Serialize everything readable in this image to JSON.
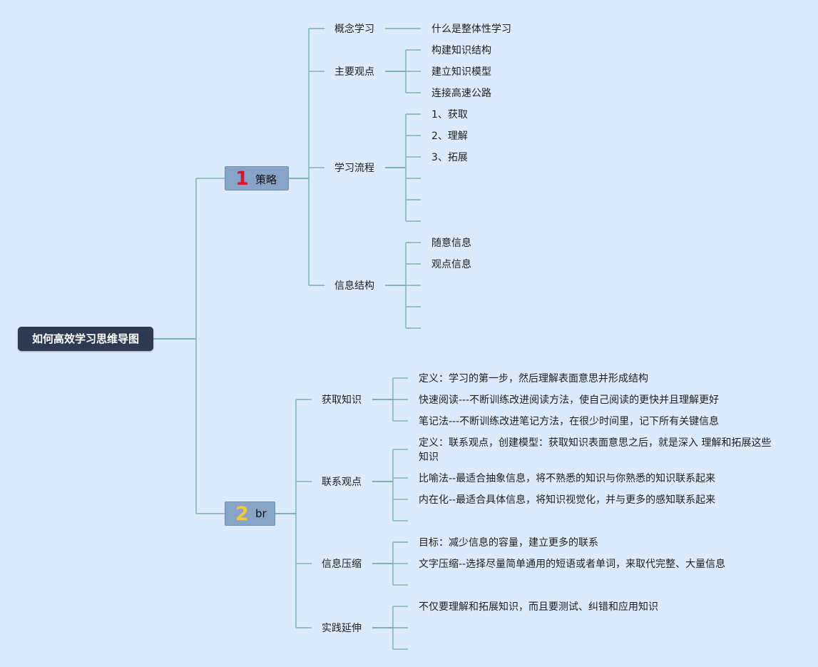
{
  "title": "如何高效学习思维导图",
  "branches": [
    {
      "num": "1",
      "label": "策略",
      "children": [
        {
          "label": "概念学习",
          "items": [
            "什么是整体性学习"
          ]
        },
        {
          "label": "主要观点",
          "items": [
            "构建知识结构",
            "建立知识模型",
            "连接高速公路"
          ]
        },
        {
          "label": "学习流程",
          "items": [
            "1、获取",
            "2、理解",
            "3、拓展",
            "",
            "",
            ""
          ]
        },
        {
          "label": "信息结构",
          "items": [
            "随意信息",
            "观点信息",
            "",
            "",
            ""
          ]
        }
      ]
    },
    {
      "num": "2",
      "label": "br",
      "children": [
        {
          "label": "获取知识",
          "items": [
            "定义：学习的第一步，然后理解表面意思并形成结构",
            "快速阅读---不断训练改进阅读方法，使自己阅读的更快并且理解更好",
            "笔记法---不断训练改进笔记方法，在很少时间里，记下所有关键信息"
          ]
        },
        {
          "label": "联系观点",
          "items": [
            "定义：联系观点，创建模型：获取知识表面意思之后，就是深入 理解和拓展这些知识",
            "比喻法--最适合抽象信息，将不熟悉的知识与你熟悉的知识联系起来",
            "内在化--最适合具体信息，将知识视觉化，并与更多的感知联系起来",
            ""
          ]
        },
        {
          "label": "信息压缩",
          "items": [
            "目标：减少信息的容量，建立更多的联系",
            "文字压缩--选择尽量简单通用的短语或者单词，来取代完整、大量信息",
            ""
          ]
        },
        {
          "label": "实践延伸",
          "items": [
            "不仅要理解和拓展知识，而且要测试、纠错和应用知识",
            "",
            ""
          ]
        }
      ]
    }
  ],
  "colors": {
    "background": "#dcebfc",
    "root": "#2d3a50",
    "branch": "#87a3c6",
    "line": "#7fb3b0"
  }
}
